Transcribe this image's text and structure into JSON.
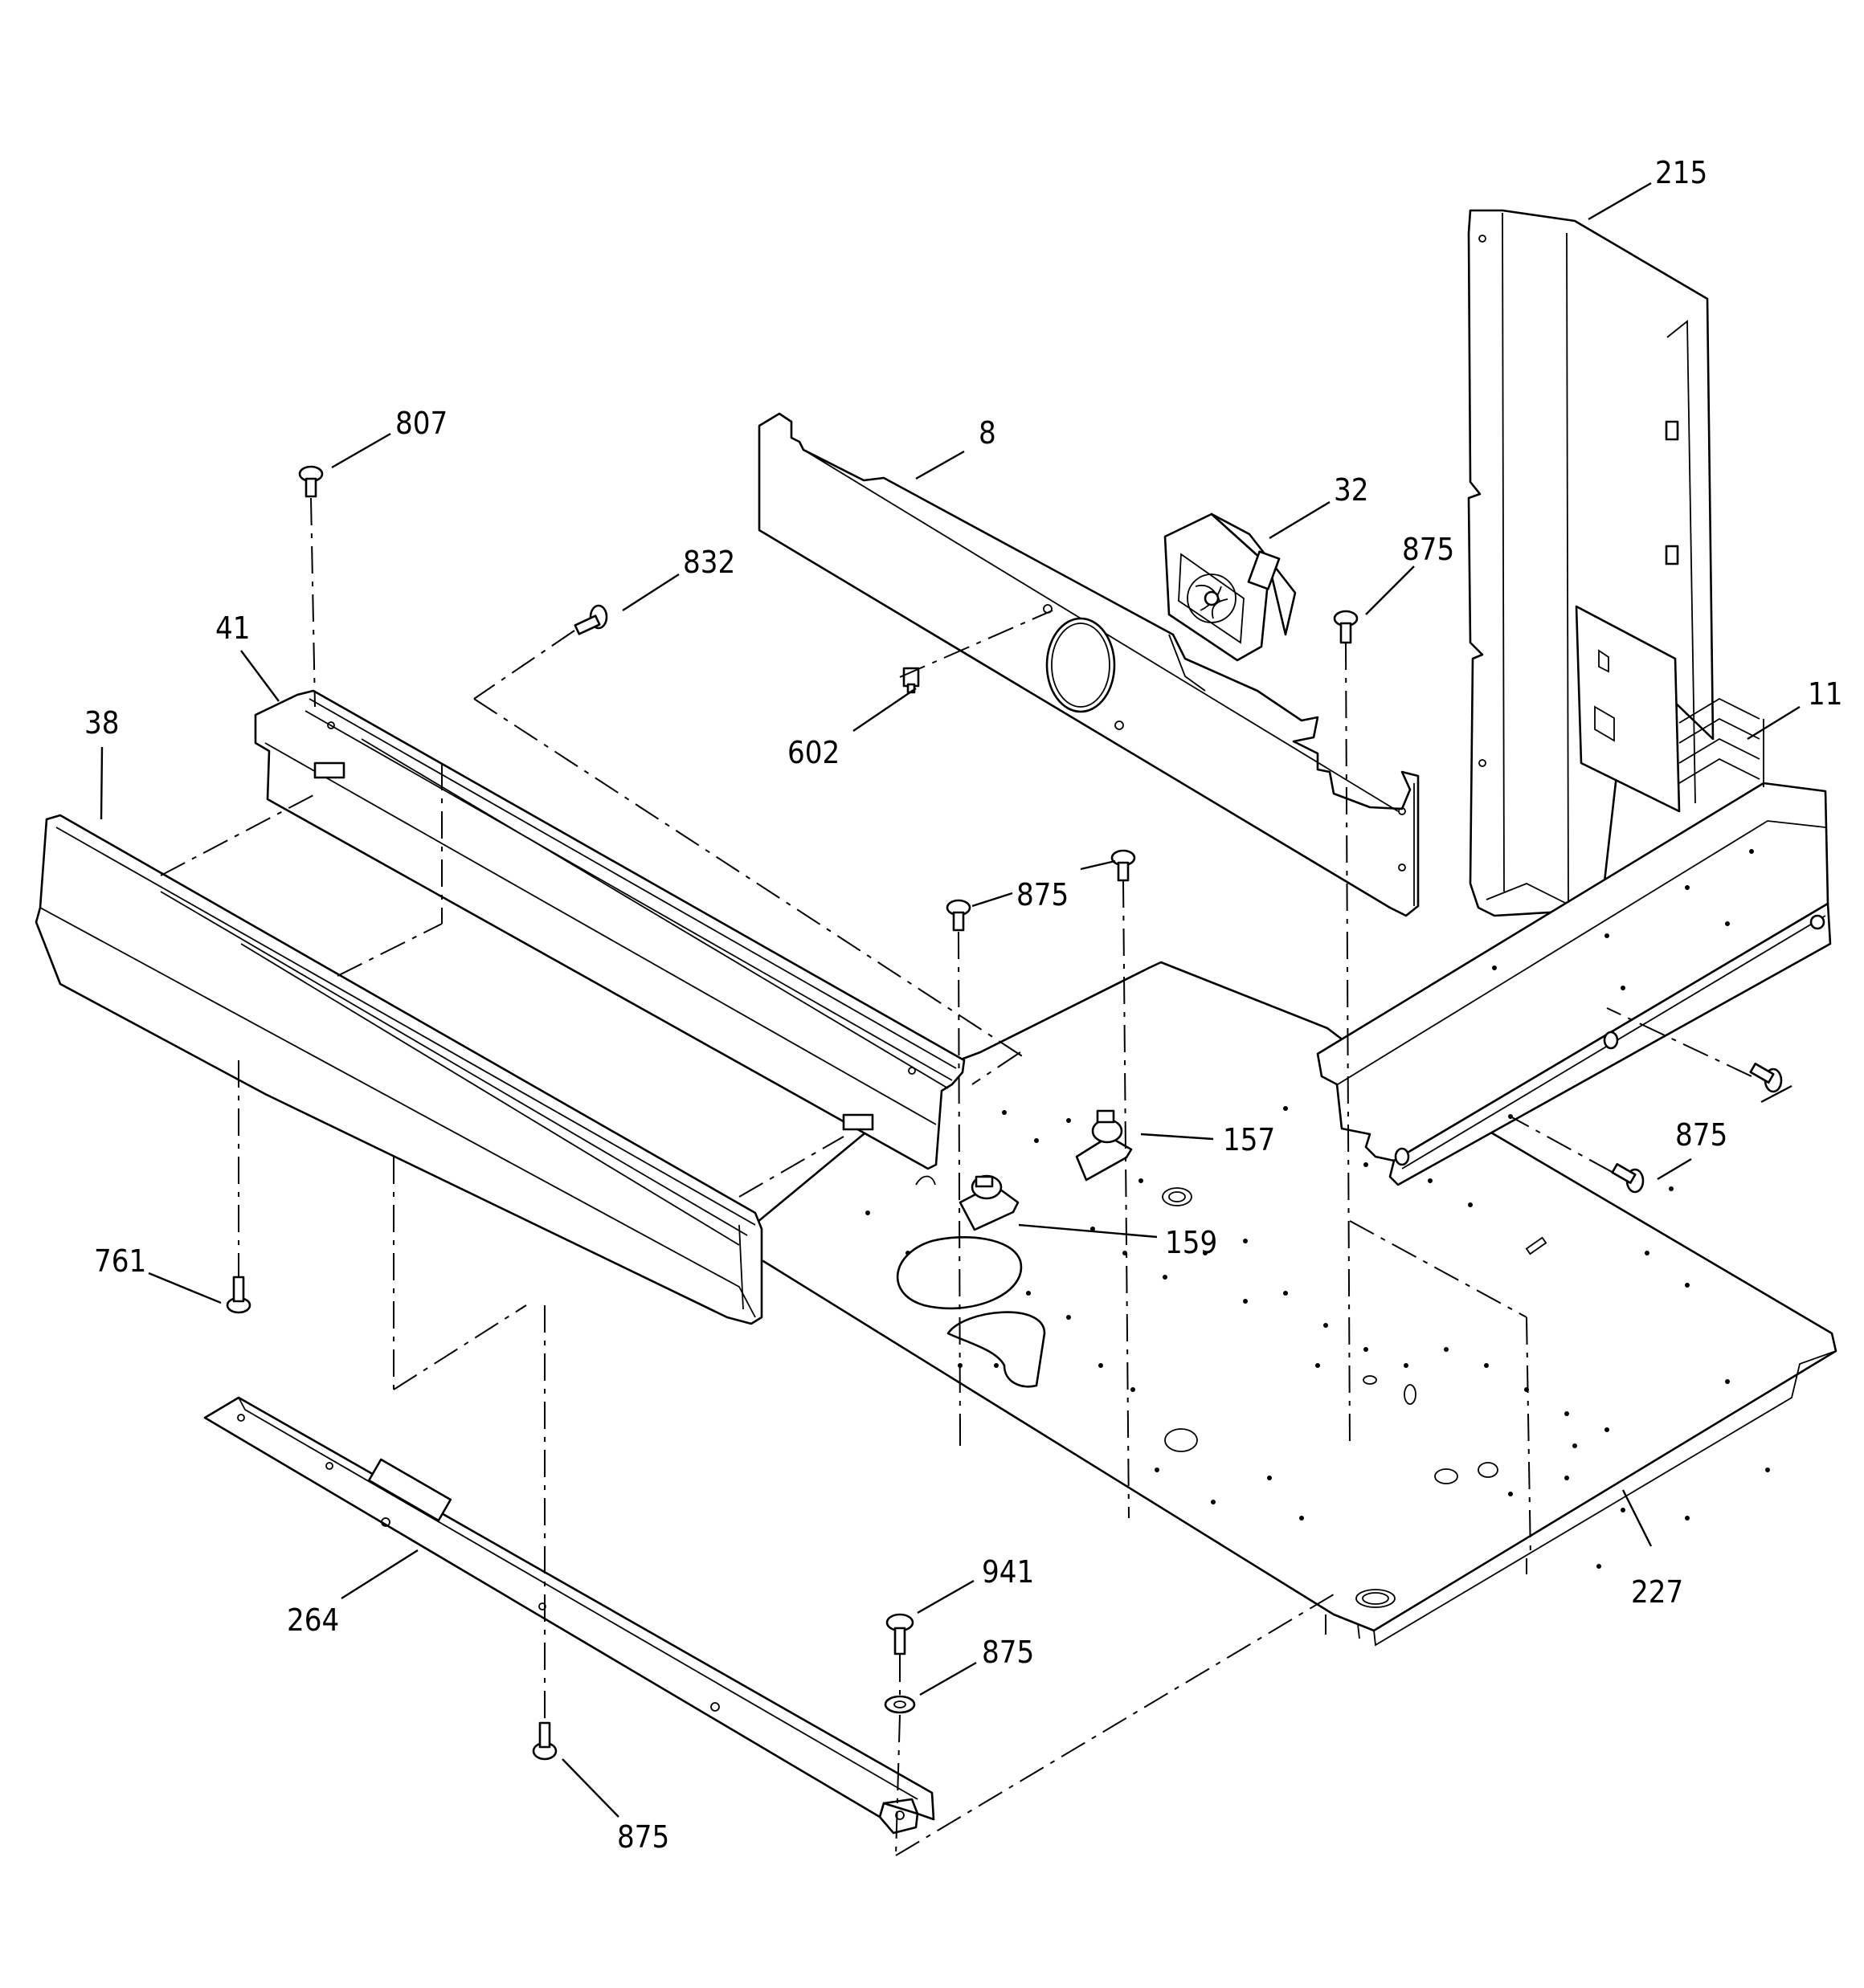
{
  "diagram": {
    "callouts": [
      {
        "id": "c-215",
        "label": "215"
      },
      {
        "id": "c-807",
        "label": "807"
      },
      {
        "id": "c-8",
        "label": "8"
      },
      {
        "id": "c-32",
        "label": "32"
      },
      {
        "id": "c-832",
        "label": "832"
      },
      {
        "id": "c-875-a",
        "label": "875"
      },
      {
        "id": "c-41",
        "label": "41"
      },
      {
        "id": "c-11",
        "label": "11"
      },
      {
        "id": "c-38",
        "label": "38"
      },
      {
        "id": "c-602",
        "label": "602"
      },
      {
        "id": "c-875-b",
        "label": "875"
      },
      {
        "id": "c-157",
        "label": "157"
      },
      {
        "id": "c-875-c",
        "label": "875"
      },
      {
        "id": "c-159",
        "label": "159"
      },
      {
        "id": "c-761",
        "label": "761"
      },
      {
        "id": "c-941",
        "label": "941"
      },
      {
        "id": "c-227",
        "label": "227"
      },
      {
        "id": "c-264",
        "label": "264"
      },
      {
        "id": "c-875-d",
        "label": "875"
      },
      {
        "id": "c-875-e",
        "label": "875"
      }
    ]
  }
}
